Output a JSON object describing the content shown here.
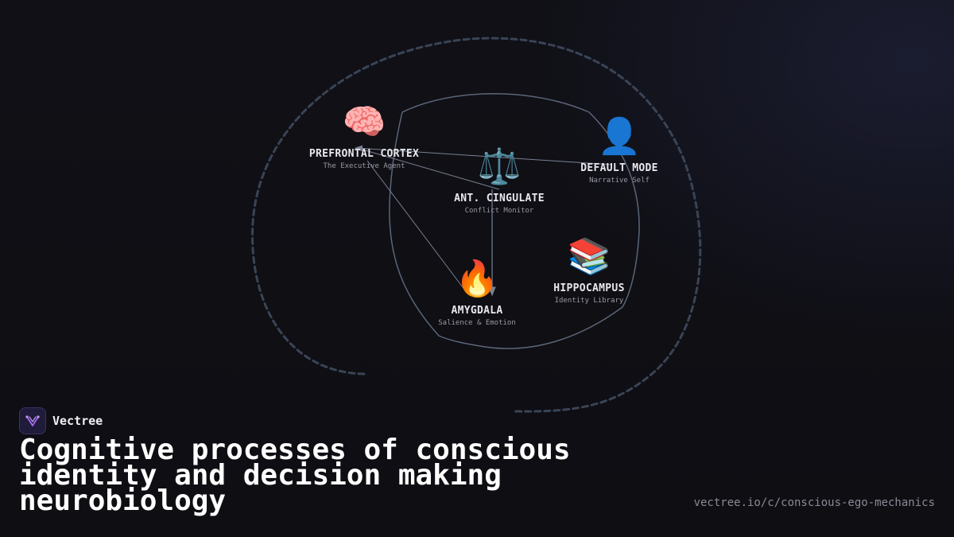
{
  "diagram": {
    "nodes": [
      {
        "id": "pfc",
        "icon": "brain-icon",
        "glyph": "🧠",
        "title": "PREFRONTAL CORTEX",
        "subtitle": "The Executive Agent"
      },
      {
        "id": "dmn",
        "icon": "person-silhouette-icon",
        "glyph": "👤",
        "title": "DEFAULT MODE",
        "subtitle": "Narrative Self"
      },
      {
        "id": "acc",
        "icon": "scales-icon",
        "glyph": "⚖️",
        "title": "ANT. CINGULATE",
        "subtitle": "Conflict Monitor"
      },
      {
        "id": "hip",
        "icon": "books-icon",
        "glyph": "📚",
        "title": "HIPPOCAMPUS",
        "subtitle": "Identity Library"
      },
      {
        "id": "amy",
        "icon": "fire-icon",
        "glyph": "🔥",
        "title": "AMYGDALA",
        "subtitle": "Salience & Emotion"
      }
    ],
    "connections": [
      {
        "from": "dmn",
        "to": "pfc"
      },
      {
        "from": "acc",
        "to": "pfc"
      },
      {
        "from": "pfc",
        "to": "amy"
      },
      {
        "from": "acc",
        "to": "amy"
      }
    ],
    "colors": {
      "loop": "#5b6678",
      "dashed_loop": "#3a4456",
      "connector": "#7a8294"
    }
  },
  "brand": {
    "name": "Vectree",
    "logo_icon": "vectree-logo-icon"
  },
  "headline": "Cognitive processes of conscious identity and decision making neurobiology",
  "url": "vectree.io/c/conscious-ego-mechanics"
}
